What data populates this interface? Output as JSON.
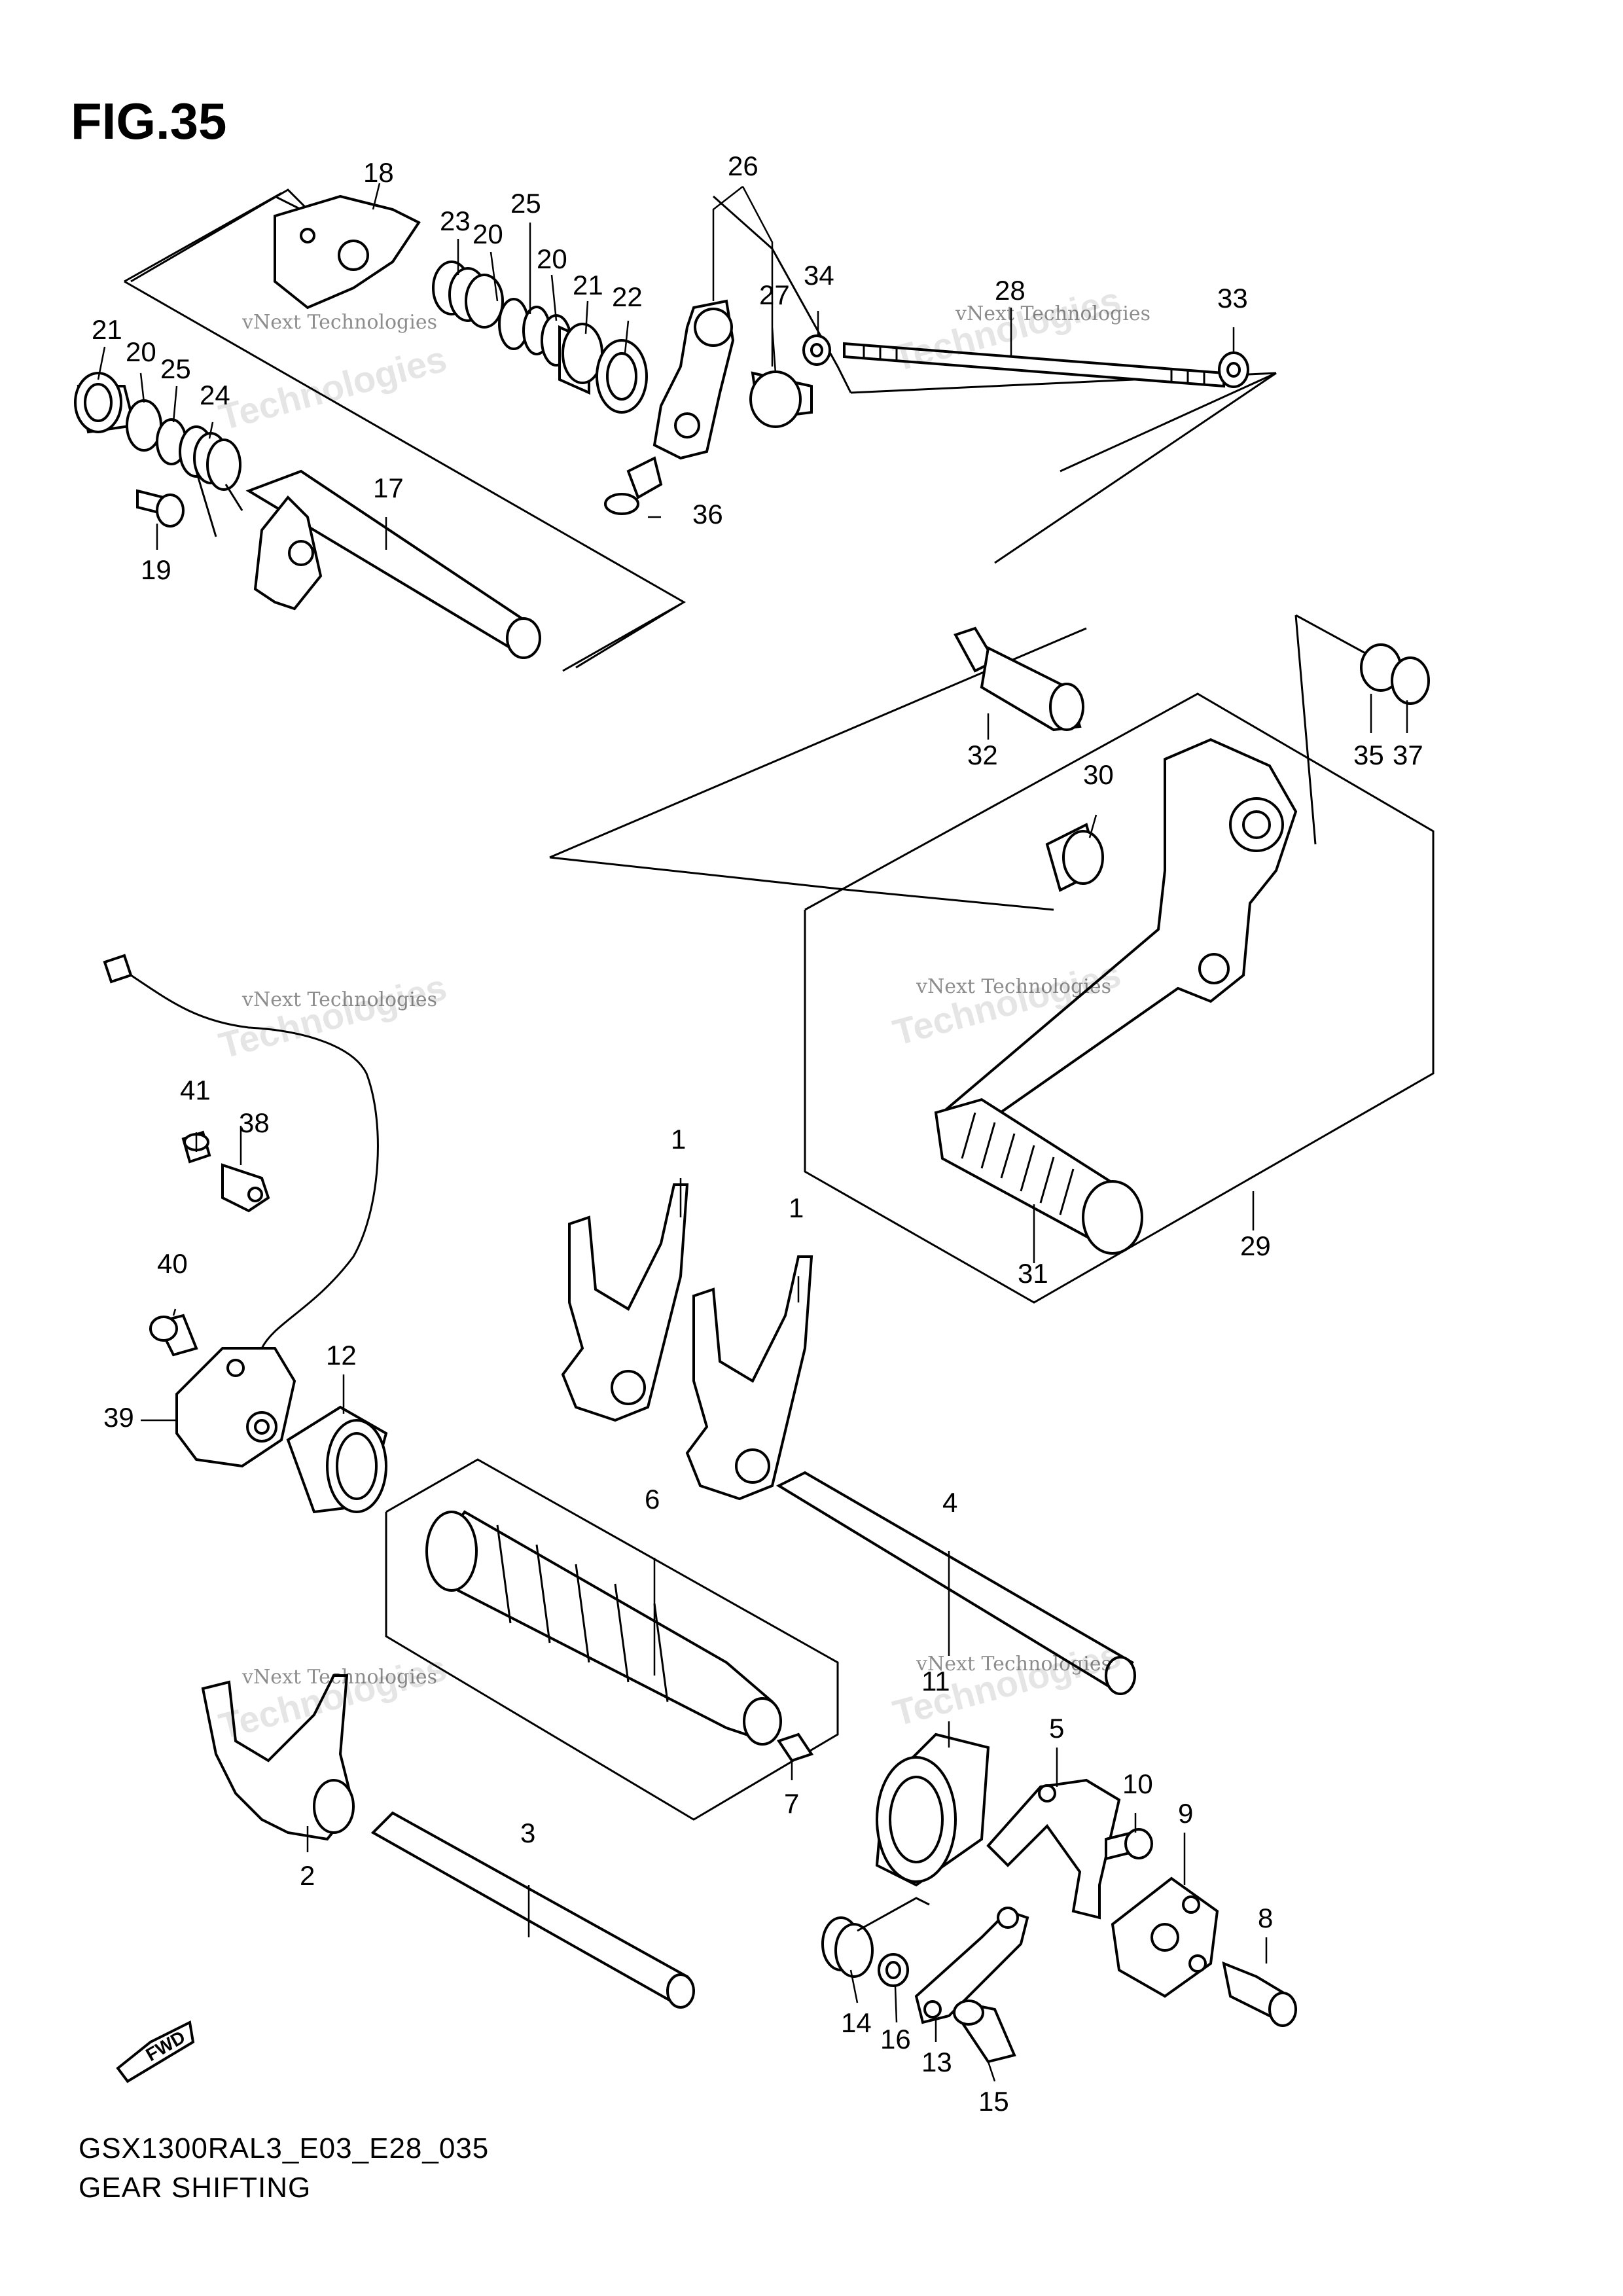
{
  "figure_title": "FIG.35",
  "caption_code": "GSX1300RAL3_E03_E28_035",
  "caption_name": "GEAR SHIFTING",
  "watermark_line1": "vNext Technologies",
  "watermark_line2": "vNext",
  "watermark_line3": "Technologies",
  "fwd_label": "FWD",
  "labels": {
    "p1a": "1",
    "p1b": "1",
    "p2": "2",
    "p3": "3",
    "p4": "4",
    "p5": "5",
    "p6": "6",
    "p7": "7",
    "p8": "8",
    "p9": "9",
    "p10": "10",
    "p11": "11",
    "p12": "12",
    "p13": "13",
    "p14": "14",
    "p15": "15",
    "p16": "16",
    "p17": "17",
    "p18": "18",
    "p19": "19",
    "p20a": "20",
    "p20b": "20",
    "p20c": "20",
    "p21a": "21",
    "p21b": "21",
    "p22": "22",
    "p23": "23",
    "p24": "24",
    "p25a": "25",
    "p25b": "25",
    "p26": "26",
    "p27": "27",
    "p28": "28",
    "p29": "29",
    "p30": "30",
    "p31": "31",
    "p32": "32",
    "p33": "33",
    "p34": "34",
    "p35": "35",
    "p36": "36",
    "p37": "37",
    "p38": "38",
    "p39": "39",
    "p40": "40",
    "p41": "41"
  }
}
